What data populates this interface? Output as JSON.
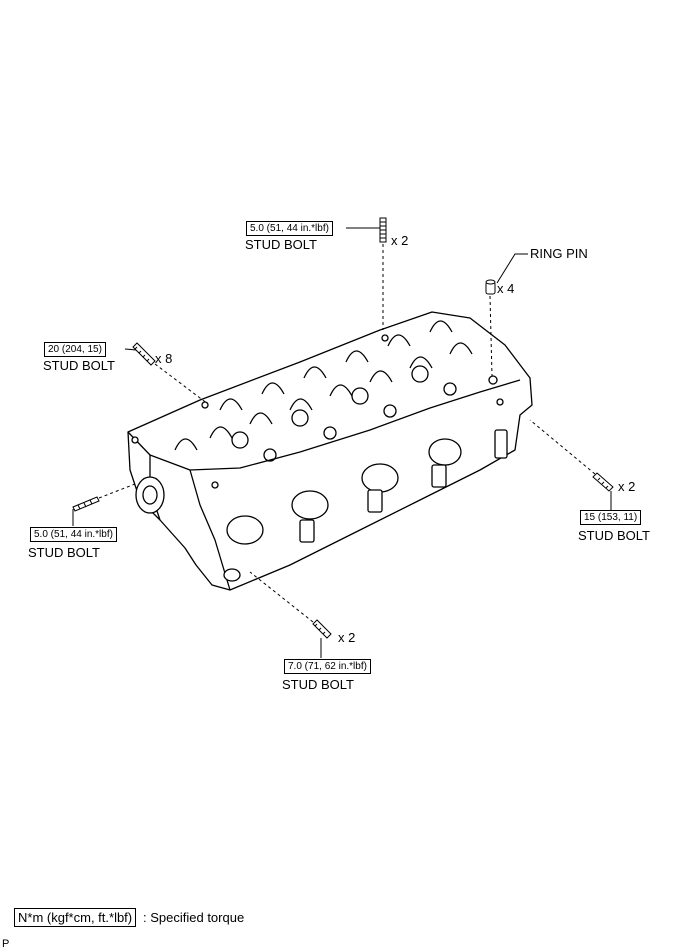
{
  "callouts": {
    "top_stud": {
      "torque": "5.0 (51, 44 in.*lbf)",
      "name": "STUD BOLT",
      "qty": "x 2"
    },
    "ring_pin": {
      "name": "RING PIN",
      "qty": "x 4"
    },
    "left_upper_stud": {
      "torque": "20 (204, 15)",
      "name": "STUD BOLT",
      "qty": "x 8"
    },
    "right_stud": {
      "torque": "15 (153, 11)",
      "name": "STUD BOLT",
      "qty": "x 2"
    },
    "left_lower_stud": {
      "torque": "5.0 (51, 44 in.*lbf)",
      "name": "STUD BOLT"
    },
    "bottom_stud": {
      "torque": "7.0 (71, 62 in.*lbf)",
      "name": "STUD BOLT",
      "qty": "x 2"
    }
  },
  "legend": {
    "unit": "N*m (kgf*cm, ft.*lbf)",
    "text": ": Specified torque"
  },
  "corner_mark": "P"
}
